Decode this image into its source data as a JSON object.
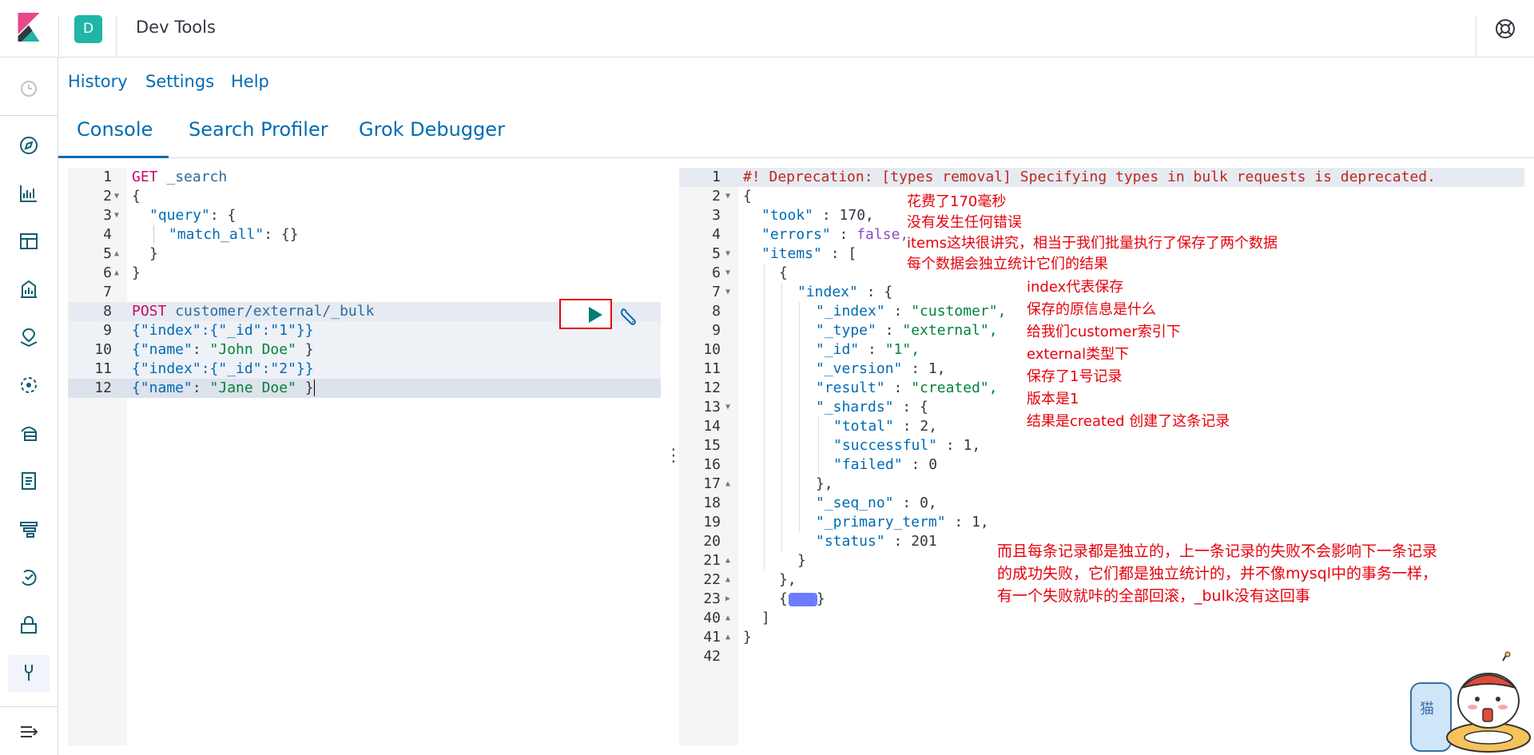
{
  "header": {
    "app_title": "Dev Tools",
    "space_initial": "D"
  },
  "top_menu": {
    "history": "History",
    "settings": "Settings",
    "help": "Help"
  },
  "tabs": {
    "console": "Console",
    "search_profiler": "Search Profiler",
    "grok_debugger": "Grok Debugger"
  },
  "request": {
    "line_numbers": [
      "1",
      "2",
      "3",
      "4",
      "5",
      "6",
      "7",
      "8",
      "9",
      "10",
      "11",
      "12"
    ],
    "l1_method": "GET",
    "l1_path": " _search",
    "l2": "{",
    "l3_key": "\"query\"",
    "l3_rest": ": {",
    "l4_key": "\"match_all\"",
    "l4_rest": ": {}",
    "l5": "}",
    "l6": "}",
    "l8_method": "POST",
    "l8_path": " customer/external/_bulk",
    "l9_a": "{\"index\":{\"_id\":\"1\"}}",
    "l10_key": "{\"name\"",
    "l10_sep": ": ",
    "l10_val": "\"John Doe\"",
    "l10_end": " }",
    "l11_a": "{\"index\":{\"_id\":\"2\"}}",
    "l12_key": "{\"name\"",
    "l12_sep": ": ",
    "l12_val": "\"Jane Doe\"",
    "l12_end": " }"
  },
  "response": {
    "line_numbers": [
      "1",
      "2",
      "3",
      "4",
      "5",
      "6",
      "7",
      "8",
      "9",
      "10",
      "11",
      "12",
      "13",
      "14",
      "15",
      "16",
      "17",
      "18",
      "19",
      "20",
      "21",
      "22",
      "23",
      "40",
      "41",
      "42"
    ],
    "l1": "#! Deprecation: [types removal] Specifying types in bulk requests is deprecated.",
    "l2": "{",
    "l3_key": "\"took\"",
    "l3_sep": " : ",
    "l3_val": "170,",
    "l4_key": "\"errors\"",
    "l4_sep": " : ",
    "l4_val": "false,",
    "l5_key": "\"items\"",
    "l5_sep": " : [",
    "l6": "{",
    "l7_key": "\"index\"",
    "l7_sep": " : {",
    "l8_key": "\"_index\"",
    "l8_sep": " : ",
    "l8_val": "\"customer\",",
    "l9_key": "\"_type\"",
    "l9_sep": " : ",
    "l9_val": "\"external\",",
    "l10_key": "\"_id\"",
    "l10_sep": " : ",
    "l10_val": "\"1\",",
    "l11_key": "\"_version\"",
    "l11_sep": " : ",
    "l11_val": "1,",
    "l12_key": "\"result\"",
    "l12_sep": " : ",
    "l12_val": "\"created\",",
    "l13_key": "\"_shards\"",
    "l13_sep": " : {",
    "l14_key": "\"total\"",
    "l14_sep": " : ",
    "l14_val": "2,",
    "l15_key": "\"successful\"",
    "l15_sep": " : ",
    "l15_val": "1,",
    "l16_key": "\"failed\"",
    "l16_sep": " : ",
    "l16_val": "0",
    "l17": "},",
    "l18_key": "\"_seq_no\"",
    "l18_sep": " : ",
    "l18_val": "0,",
    "l19_key": "\"_primary_term\"",
    "l19_sep": " : ",
    "l19_val": "1,",
    "l20_key": "\"status\"",
    "l20_sep": " : ",
    "l20_val": "201",
    "l21": "}",
    "l22": "},",
    "l23_open": "{",
    "l23_close": "}",
    "l40": "]",
    "l41": "}"
  },
  "annotations": {
    "a1": "花费了170毫秒",
    "a2": "没有发生任何错误",
    "a3": "items这块很讲究，相当于我们批量执行了保存了两个数据",
    "a4": "每个数据会独立统计它们的结果",
    "b1": "index代表保存",
    "b2": "保存的原信息是什么",
    "b3": "给我们customer索引下",
    "b4": "external类型下",
    "b5": "保存了1号记录",
    "b6": "版本是1",
    "b7": "结果是created 创建了这条记录",
    "c1": "而且每条记录都是独立的，上一条记录的失败不会影响下一条记录",
    "c2": "的成功失败，它们都是独立统计的，并不像mysql中的事务一样，",
    "c3": "有一个失败就咔的全部回滚，_bulk没有这回事"
  },
  "mascot_text": "猫",
  "colors": {
    "link": "#006bb4",
    "annotation": "#e7000b",
    "space_avatar": "#20b5a6"
  }
}
